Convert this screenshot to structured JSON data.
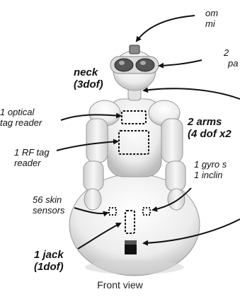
{
  "figure": {
    "caption": "Front view",
    "labels": {
      "top_right_1": [
        "om",
        "mi"
      ],
      "top_right_2": [
        "2",
        "pa"
      ],
      "neck": [
        "neck",
        "(3dof)"
      ],
      "optical": [
        "1 optical",
        "tag reader"
      ],
      "arms": [
        "2 arms",
        "(4 dof x2"
      ],
      "rf": [
        "1 RF tag",
        "reader"
      ],
      "gyro": [
        "1 gyro s",
        "1 inclin"
      ],
      "skin": [
        "56 skin",
        "sensors"
      ],
      "jack": [
        "1 jack",
        "(1dof)"
      ]
    }
  },
  "colors": {
    "ink": "#111111",
    "robot_body": "#f2f2f2",
    "robot_shade": "#c9c9c9",
    "background": "#ffffff"
  }
}
